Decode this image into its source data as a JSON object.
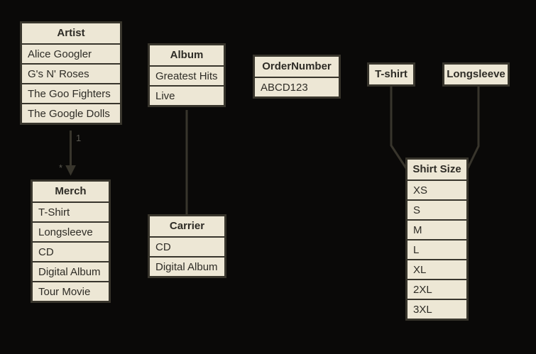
{
  "theme": {
    "background": "#0a0908",
    "box_fill": "#ede7d5",
    "box_border": "#38352c",
    "text": "#2e2c26",
    "line": "#38352c",
    "label": "#5c5a52"
  },
  "tables": {
    "artist": {
      "title": "Artist",
      "rows": [
        "Alice Googler",
        "G's N' Roses",
        "The Goo Fighters",
        "The Google Dolls"
      ]
    },
    "merch": {
      "title": "Merch",
      "rows": [
        "T-Shirt",
        "Longsleeve",
        "CD",
        "Digital Album",
        "Tour Movie"
      ]
    },
    "album": {
      "title": "Album",
      "rows": [
        "Greatest Hits",
        "Live"
      ]
    },
    "carrier": {
      "title": "Carrier",
      "rows": [
        "CD",
        "Digital Album"
      ]
    },
    "order_number": {
      "title": "OrderNumber",
      "rows": [
        "ABCD123"
      ]
    },
    "tshirt": {
      "title": "T-shirt"
    },
    "longsleeve": {
      "title": "Longsleeve"
    },
    "shirt_size": {
      "title": "Shirt Size",
      "rows": [
        "XS",
        "S",
        "M",
        "L",
        "XL",
        "2XL",
        "3XL"
      ]
    }
  },
  "connectors": {
    "artist_merch": {
      "source_label": "1",
      "target_label": "*"
    }
  }
}
